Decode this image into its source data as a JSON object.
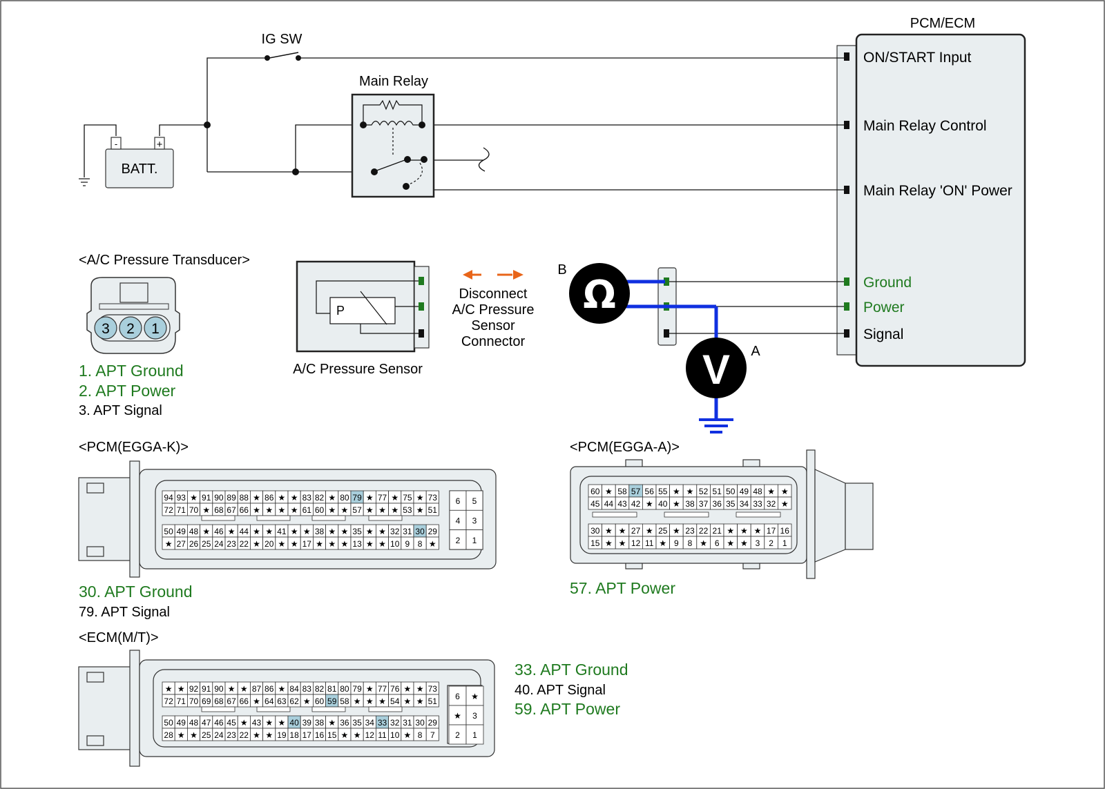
{
  "colors": {
    "panel": "#e9eef0",
    "accent_green": "#1f7a1f",
    "highlight_pin": "#a9cfdc",
    "meter_wire": "#1030e0",
    "arrow": "#e8651a"
  },
  "circuit": {
    "pcm_title": "PCM/ECM",
    "ig_switch": "IG SW",
    "main_relay": "Main Relay",
    "battery": "BATT.",
    "battery_neg": "-",
    "battery_pos": "+",
    "inputs": {
      "on_start": "ON/START Input",
      "relay_control": "Main Relay Control",
      "relay_power": "Main Relay 'ON' Power",
      "ground": "Ground",
      "power": "Power",
      "signal": "Signal"
    }
  },
  "transducer": {
    "title": "<A/C Pressure Transducer>",
    "pins": [
      "3",
      "2",
      "1"
    ],
    "legend": [
      "1. APT Ground",
      "2. APT Power",
      "3. APT Signal"
    ]
  },
  "sensor": {
    "label": "A/C Pressure Sensor",
    "p_mark": "P",
    "disconnect_lines": [
      "Disconnect",
      "A/C Pressure",
      "Sensor",
      "Connector"
    ]
  },
  "meters": {
    "ohm_symbol": "Ω",
    "ohm_letter": "B",
    "volt_symbol": "V",
    "volt_letter": "A"
  },
  "pcm_k": {
    "title": "<PCM(EGGA-K)>",
    "rows": [
      [
        "94",
        "93",
        "★",
        "91",
        "90",
        "89",
        "88",
        "★",
        "86",
        "★",
        "★",
        "83",
        "82",
        "★",
        "80",
        "79",
        "★",
        "77",
        "★",
        "75",
        "★",
        "73"
      ],
      [
        "72",
        "71",
        "70",
        "★",
        "68",
        "67",
        "66",
        "★",
        "★",
        "★",
        "★",
        "61",
        "60",
        "★",
        "★",
        "57",
        "★",
        "★",
        "★",
        "53",
        "★",
        "51"
      ],
      [
        "50",
        "49",
        "48",
        "★",
        "46",
        "★",
        "44",
        "★",
        "★",
        "41",
        "★",
        "★",
        "38",
        "★",
        "★",
        "35",
        "★",
        "★",
        "32",
        "31",
        "30",
        "29"
      ],
      [
        "★",
        "27",
        "26",
        "25",
        "24",
        "23",
        "22",
        "★",
        "20",
        "★",
        "★",
        "17",
        "★",
        "★",
        "★",
        "13",
        "★",
        "★",
        "10",
        "9",
        "8",
        "★"
      ]
    ],
    "aux": [
      [
        "6",
        "5"
      ],
      [
        "4",
        "3"
      ],
      [
        "2",
        "1"
      ]
    ],
    "highlight": [
      "79",
      "30"
    ],
    "legend": [
      "30. APT Ground",
      "79. APT Signal"
    ]
  },
  "pcm_a": {
    "title": "<PCM(EGGA-A)>",
    "rows": [
      [
        "60",
        "★",
        "58",
        "57",
        "56",
        "55",
        "★",
        "★",
        "52",
        "51",
        "50",
        "49",
        "48",
        "★",
        "★"
      ],
      [
        "45",
        "44",
        "43",
        "42",
        "★",
        "40",
        "★",
        "38",
        "37",
        "36",
        "35",
        "34",
        "33",
        "32",
        "★"
      ],
      [
        "30",
        "★",
        "★",
        "27",
        "★",
        "25",
        "★",
        "23",
        "22",
        "21",
        "★",
        "★",
        "★",
        "17",
        "16"
      ],
      [
        "15",
        "★",
        "★",
        "12",
        "11",
        "★",
        "9",
        "8",
        "★",
        "6",
        "★",
        "★",
        "3",
        "2",
        "1"
      ]
    ],
    "highlight": [
      "57"
    ],
    "legend": [
      "57. APT Power"
    ]
  },
  "ecm_mt": {
    "title": "<ECM(M/T)>",
    "rows": [
      [
        "★",
        "★",
        "92",
        "91",
        "90",
        "★",
        "★",
        "87",
        "86",
        "★",
        "84",
        "83",
        "82",
        "81",
        "80",
        "79",
        "★",
        "77",
        "76",
        "★",
        "★",
        "73"
      ],
      [
        "72",
        "71",
        "70",
        "69",
        "68",
        "67",
        "66",
        "★",
        "64",
        "63",
        "62",
        "★",
        "60",
        "59",
        "58",
        "★",
        "★",
        "★",
        "54",
        "★",
        "★",
        "51"
      ],
      [
        "50",
        "49",
        "48",
        "47",
        "46",
        "45",
        "★",
        "43",
        "★",
        "★",
        "40",
        "39",
        "38",
        "★",
        "36",
        "35",
        "34",
        "33",
        "32",
        "31",
        "30",
        "29"
      ],
      [
        "28",
        "★",
        "★",
        "25",
        "24",
        "23",
        "22",
        "★",
        "★",
        "19",
        "18",
        "17",
        "16",
        "15",
        "★",
        "★",
        "12",
        "11",
        "10",
        "★",
        "8",
        "7"
      ]
    ],
    "aux": [
      [
        "6",
        "★"
      ],
      [
        "★",
        "3"
      ],
      [
        "2",
        "1"
      ]
    ],
    "highlight": [
      "59",
      "40",
      "33"
    ],
    "legend": [
      "33. APT Ground",
      "40. APT Signal",
      "59. APT Power"
    ]
  }
}
